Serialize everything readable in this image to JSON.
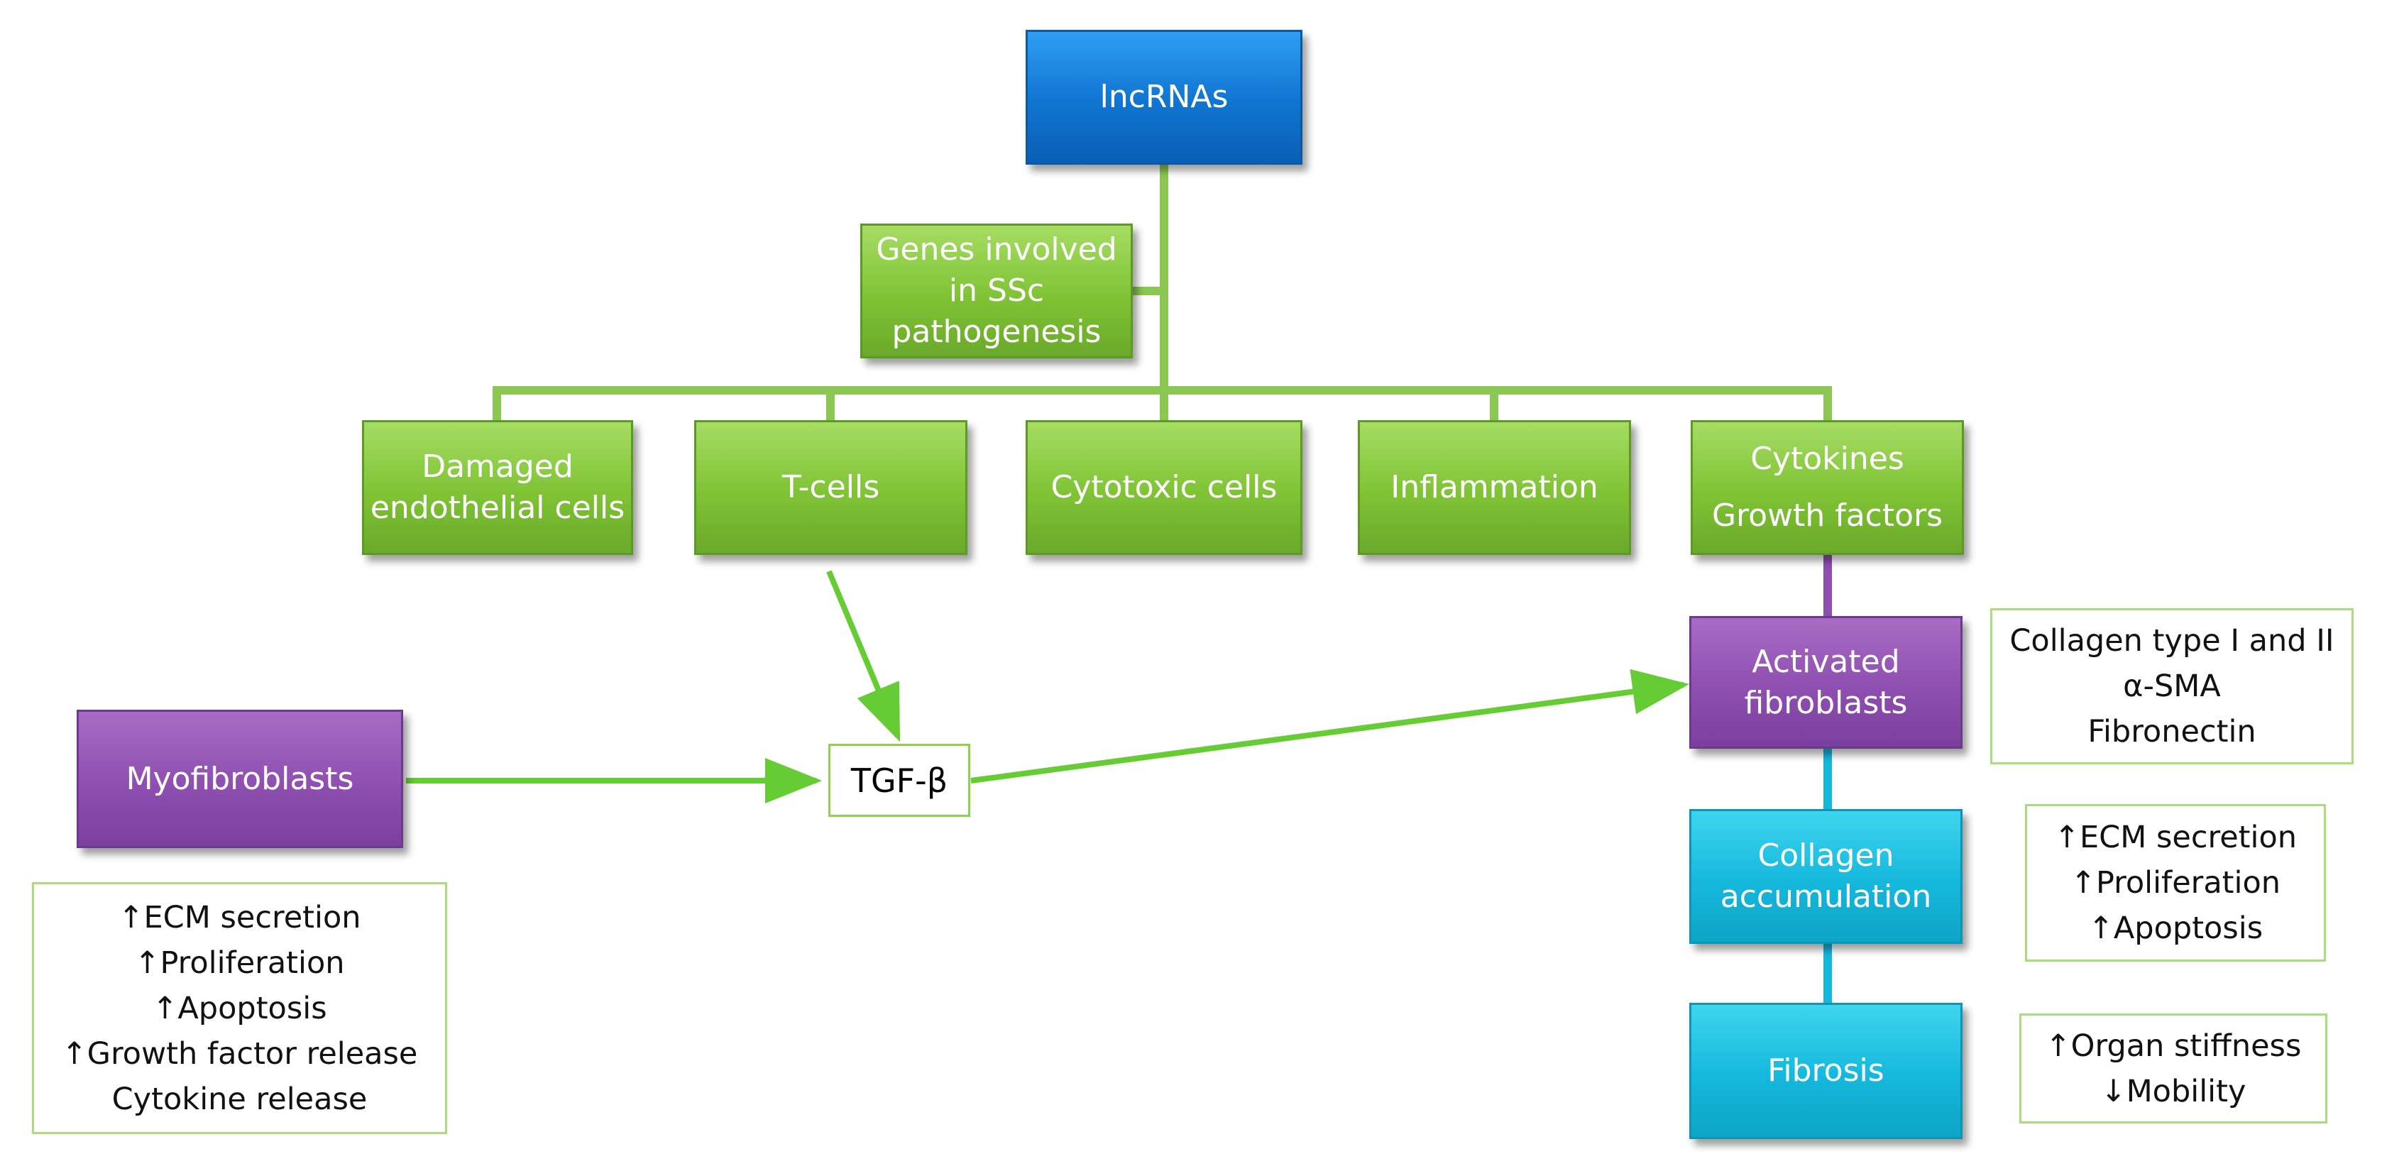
{
  "nodes": {
    "lncrnas": "lncRNAs",
    "genes": "Genes involved\nin SSc\npathogenesis",
    "damaged": "Damaged\nendothelial cells",
    "tcells": "T-cells",
    "cytotoxic": "Cytotoxic cells",
    "inflammation": "Inflammation",
    "cytokines": "Cytokines\nGrowth factors",
    "activated": "Activated\nfibroblasts",
    "myofibroblasts": "Myofibroblasts",
    "tgf": "TGF-β",
    "collagen": "Collagen\naccumulation",
    "fibrosis": "Fibrosis"
  },
  "notes": {
    "activated": [
      "Collagen type I and II",
      "α-SMA",
      "Fibronectin"
    ],
    "myofibroblasts": [
      "↑ECM secretion",
      "↑Proliferation",
      "↑Apoptosis",
      "↑Growth factor release",
      "Cytokine release"
    ],
    "collagen": [
      "↑ECM secretion",
      "↑Proliferation",
      "↑Apoptosis"
    ],
    "fibrosis": [
      "↑Organ stiffness",
      "↓Mobility"
    ]
  },
  "colors": {
    "blue": "#0f74d0",
    "green": "#7fc335",
    "purple": "#8e4fb0",
    "teal": "#14b8dc",
    "connector_green": "#8cc753",
    "arrow_green": "#66cc33",
    "connector_purple": "#8e4fb0",
    "connector_teal": "#14b8dc"
  }
}
